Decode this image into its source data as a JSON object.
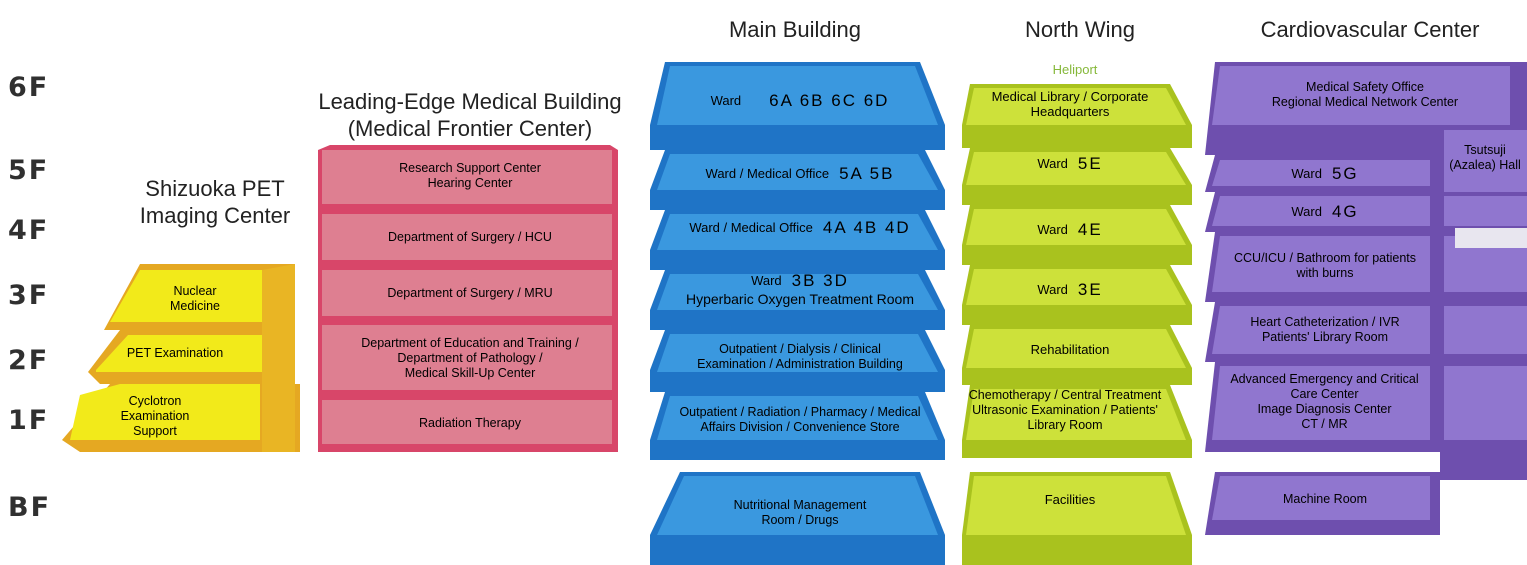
{
  "floors": [
    "6F",
    "5F",
    "4F",
    "3F",
    "2F",
    "1F",
    "BF"
  ],
  "buildings": {
    "pet": {
      "title": "Shizuoka PET Imaging Center",
      "title_line1": "Shizuoka PET",
      "title_line2": "Imaging Center",
      "rows": [
        "Nuclear Medicine",
        "PET Examination",
        "Cyclotron Examination Support"
      ],
      "rows_lines": [
        [
          "Nuclear",
          "Medicine"
        ],
        [
          "PET Examination"
        ],
        [
          "Cyclotron",
          "Examination",
          "Support"
        ]
      ],
      "color": "#f2ea1a"
    },
    "leading": {
      "title_line1": "Leading-Edge Medical Building",
      "title_line2": "(Medical Frontier Center)",
      "rows": [
        [
          "Research Support Center",
          "Hearing Center"
        ],
        [
          "Department of Surgery / HCU"
        ],
        [
          "Department of Surgery / MRU"
        ],
        [
          "Department of Education and Training /",
          "Department of Pathology /",
          "Medical Skill-Up Center"
        ],
        [
          "Radiation Therapy"
        ]
      ],
      "color": "#d9607a"
    },
    "main": {
      "title": "Main Building",
      "f6": {
        "ward": "Ward",
        "code": "6A 6B 6C 6D"
      },
      "f5": {
        "ward": "Ward / Medical Office",
        "code": "5A 5B"
      },
      "f4": {
        "ward": "Ward / Medical Office",
        "code": "4A 4B 4D"
      },
      "f3": {
        "ward": "Ward",
        "code": "3B 3D",
        "extra": "Hyperbaric Oxygen Treatment Room"
      },
      "f2": [
        "Outpatient / Dialysis / Clinical",
        "Examination /  Administration Building"
      ],
      "f1": [
        "Outpatient / Radiation / Pharmacy / Medical",
        "Affairs Division / Convenience Store"
      ],
      "bf": [
        "Nutritional Management",
        "Room / Drugs"
      ],
      "color": "#2f8fd6"
    },
    "north": {
      "title": "North Wing",
      "heliport": "Heliport",
      "f6": [
        "Medical Library / Corporate",
        "Headquarters"
      ],
      "f5": {
        "ward": "Ward",
        "code": "5E"
      },
      "f4": {
        "ward": "Ward",
        "code": "4E"
      },
      "f3": {
        "ward": "Ward",
        "code": "3E"
      },
      "f2": "Rehabilitation",
      "f1": [
        "Chemotherapy / Central Treatment",
        "Ultrasonic Examination / Patients'",
        "Library Room"
      ],
      "bf": "Facilities",
      "color": "#c6dc2e"
    },
    "cardio": {
      "title": "Cardiovascular Center",
      "f6": [
        "Medical Safety Office",
        "Regional Medical Network Center"
      ],
      "hall": [
        "Tsutsuji",
        "(Azalea) Hall"
      ],
      "f5": {
        "ward": "Ward",
        "code": "5G"
      },
      "f4": {
        "ward": "Ward",
        "code": "4G"
      },
      "f3": [
        "CCU/ICU / Bathroom for patients",
        "with burns"
      ],
      "f2": [
        "Heart Catheterization / IVR",
        "Patients' Library Room"
      ],
      "f1": [
        "Advanced Emergency and Critical",
        "Care Center",
        "Image Diagnosis Center",
        "CT / MR"
      ],
      "bf": "Machine Room",
      "color": "#8a6ac4"
    }
  }
}
